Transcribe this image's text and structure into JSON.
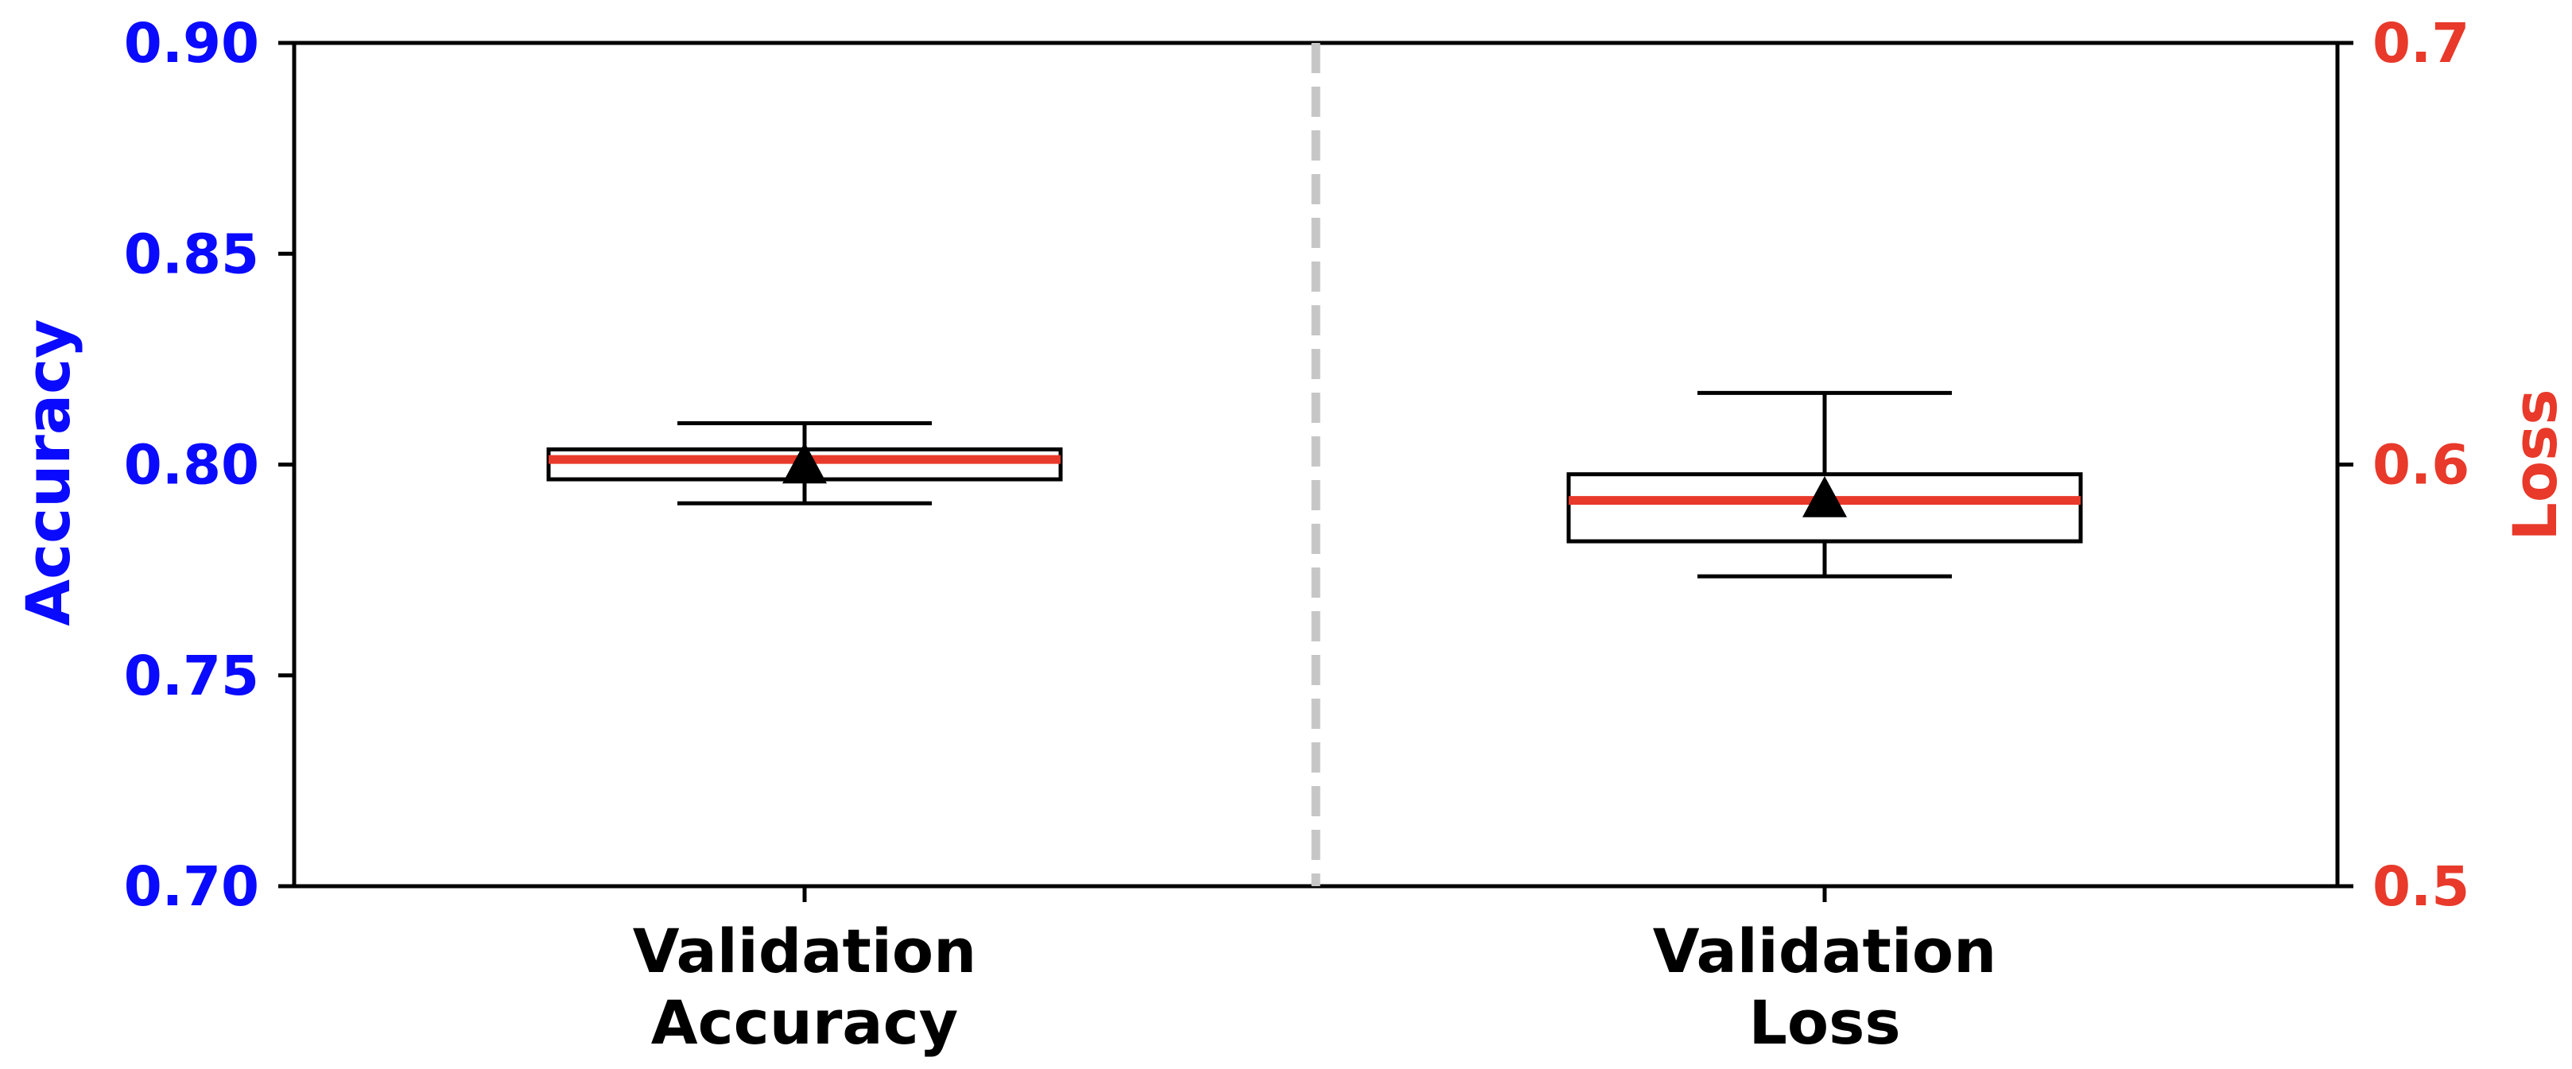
{
  "chart_data": {
    "type": "box",
    "categories": [
      "Validation\nAccuracy",
      "Validation\nLoss"
    ],
    "category_lines": [
      [
        "Validation",
        "Accuracy"
      ],
      [
        "Validation",
        "Loss"
      ]
    ],
    "left_axis": {
      "label": "Accuracy",
      "color": "#0a0aff",
      "ylim": [
        0.7,
        0.9
      ],
      "ticks": [
        0.7,
        0.75,
        0.8,
        0.85,
        0.9
      ],
      "tick_labels": [
        "0.70",
        "0.75",
        "0.80",
        "0.85",
        "0.90"
      ]
    },
    "right_axis": {
      "label": "Loss",
      "color": "#e8392a",
      "ylim": [
        0.5,
        0.7
      ],
      "ticks": [
        0.5,
        0.6,
        0.7
      ],
      "tick_labels": [
        "0.5",
        "0.6",
        "0.7"
      ]
    },
    "boxes": [
      {
        "category": "Validation Accuracy",
        "axis": "left",
        "whisker_low": 0.7908,
        "q1": 0.7965,
        "median": 0.8012,
        "q3": 0.8036,
        "whisker_high": 0.8098,
        "mean": 0.8
      },
      {
        "category": "Validation Loss",
        "axis": "right",
        "whisker_low": 0.5735,
        "q1": 0.5818,
        "median": 0.5915,
        "q3": 0.5977,
        "whisker_high": 0.617,
        "mean": 0.592
      }
    ],
    "median_color": "#e8392a",
    "mean_marker": "triangle",
    "separator": "dashed-vertical-center",
    "grid": false,
    "legend": "none"
  }
}
